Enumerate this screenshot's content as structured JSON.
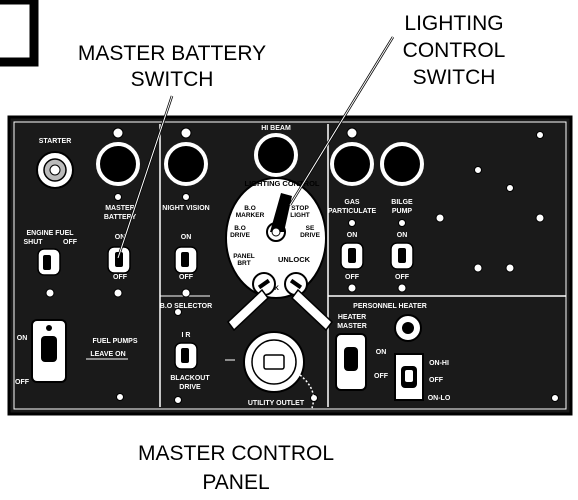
{
  "callouts": {
    "master_battery_line1": "MASTER BATTERY",
    "master_battery_line2": "SWITCH",
    "lighting_line1": "LIGHTING",
    "lighting_line2": "CONTROL",
    "lighting_line3": "SWITCH",
    "panel_line1": "MASTER CONTROL",
    "panel_line2": "PANEL"
  },
  "panel_labels": {
    "starter": "STARTER",
    "engine_fuel": "ENGINE FUEL",
    "shut": "SHUT",
    "off": "OFF",
    "on": "ON",
    "master": "MASTER",
    "battery": "BATTERY",
    "night_vision": "NIGHT VISION",
    "hi_beam": "HI BEAM",
    "lighting_control": "LIGHTING CONTROL",
    "bo_marker_1": "B.O",
    "bo_marker_2": "MARKER",
    "bo_drive_1": "B.O",
    "bo_drive_2": "DRIVE",
    "stop_light_1": "STOP",
    "stop_light_2": "LIGHT",
    "se_drive_1": "SE",
    "se_drive_2": "DRIVE",
    "panel_brt_1": "PANEL",
    "panel_brt_2": "BRT",
    "unlock": "UNLOCK",
    "park": "PARK",
    "bo_selector": "B.O SELECTOR",
    "ir": "I R",
    "blackout_1": "BLACKOUT",
    "blackout_2": "DRIVE",
    "fuel_pumps": "FUEL PUMPS",
    "leave_on": "LEAVE ON",
    "gas_1": "GAS",
    "gas_2": "PARTICULATE",
    "bilge_1": "BILGE",
    "bilge_2": "PUMP",
    "personnel_heater": "PERSONNEL HEATER",
    "heater_1": "HEATER",
    "heater_2": "MASTER",
    "on_hi": "ON-HI",
    "on_lo": "ON-LO",
    "utility_outlet": "UTILITY OUTLET"
  }
}
